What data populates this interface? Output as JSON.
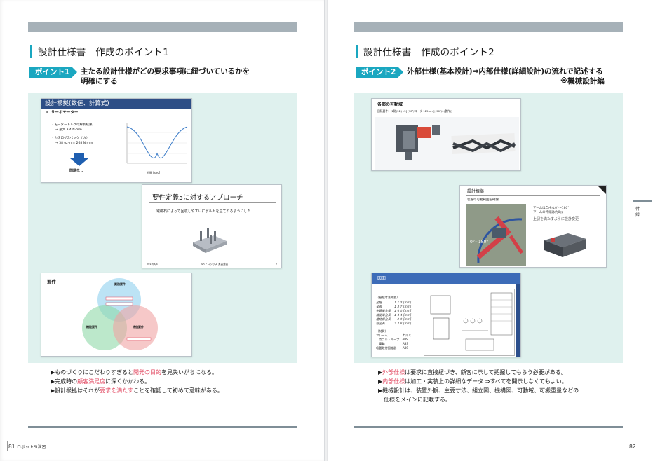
{
  "left": {
    "title": "設計仕様書　作成のポイント1",
    "point_label": "ポイント1",
    "point_line1": "主たる設計仕様がどの要求事項に紐づいているかを",
    "point_line2": "明確にする",
    "slide1": {
      "heading": "設計根拠(数値、計算式)",
      "subheading": "1.  サーボモーター",
      "line1": "・モータートルクの解析結果",
      "line1b": "→  最大  3.4 N·mm",
      "line2": "・カタログスペック（t/r）",
      "line2b": "→  38 oz·in = 268 N·mm",
      "conclusion": "問題なし",
      "xlabel": "時間 [sec]"
    },
    "slide2": {
      "title": "要件定義5に対するアプローチ",
      "text": "電磁石によって回収しやすいにボルトを立てれるようにした",
      "footer_left": "2019/3/4",
      "footer_mid": "SR 7 ロシクス 実習発表",
      "footer_right": "7"
    },
    "slide3": {
      "title": "要件",
      "circle_top": "業務要件",
      "circle_left": "機能要件",
      "circle_right": "評価要件"
    },
    "bullets": [
      {
        "pre": "▶ものづくりにこだわりすぎると",
        "hl": "開発の目的",
        "post": "を見失いがちになる。"
      },
      {
        "pre": "▶完成時の",
        "hl": "顧客満足度",
        "post": "に深くかかわる。"
      },
      {
        "pre": "▶設計根拠はそれが",
        "hl": "要求を満たす",
        "post": "ことを確認して初めて意味がある。"
      }
    ],
    "page_number": "81",
    "footer_label": "ロボットSI演習"
  },
  "right": {
    "title": "設計仕様書　作成のポイント2",
    "point_label": "ポイント2",
    "point_line1": "外部仕様(基本設計)⇒内部仕様(詳細設計)の流れで記述する",
    "point_line2": "※機械設計編",
    "slide1": {
      "title": "各部の可動域",
      "sub": "回転要件：[2軸(3D)→3] [90°/ロータ 125mm] [90°/4(動作)]"
    },
    "slide2": {
      "title": "設計根拠",
      "sub": "装置の可動範囲を確保",
      "angle": "0°~180°",
      "note1": "アームは自由な0°〜180°",
      "note2": "アームの伸縮は約8㎝",
      "note3": "上記を満たすように設計変更"
    },
    "slide3": {
      "title": "図面",
      "spec_header": "（基幅寸法概要）",
      "specs": [
        "全幅　　　　１１３ [mm]",
        "全長　　　　１３７ [mm]",
        "先頭車全長　１４０ [mm]",
        "機能車全長　１４４ [mm]",
        "連結部全長　　２３ [mm]",
        "総全長　　　３２８ [mm]"
      ],
      "material_header": "（材質）",
      "materials": [
        "フレーム　　　　　ナルミ",
        "　カフル・ループ　ABS",
        "　車輪　　　　　　ABS",
        "吸盤取付固定器　　ABS"
      ]
    },
    "bullets": [
      {
        "pre": "▶",
        "hl": "外部仕様",
        "post": "は要求に直接紐づき、顧客に示して把握してもらう必要がある。"
      },
      {
        "pre": "▶",
        "hl": "内部仕様",
        "post": "は加工・実装上の詳細なデータ ⇒すべてを開示しなくてもよい。"
      },
      {
        "pre": "▶機械設計は、装置外観、主要寸法、組立図、機構図、可動域、可搬重量などの",
        "hl": "",
        "post": ""
      },
      {
        "pre": "　仕様をメインに記載する。",
        "hl": "",
        "post": ""
      }
    ],
    "page_number": "82",
    "side_tab": "付録"
  },
  "colors": {
    "accent": "#1aa7c0",
    "highlight": "#e2465f",
    "panel": "#dff1ee",
    "rule": "#7f8e97"
  }
}
